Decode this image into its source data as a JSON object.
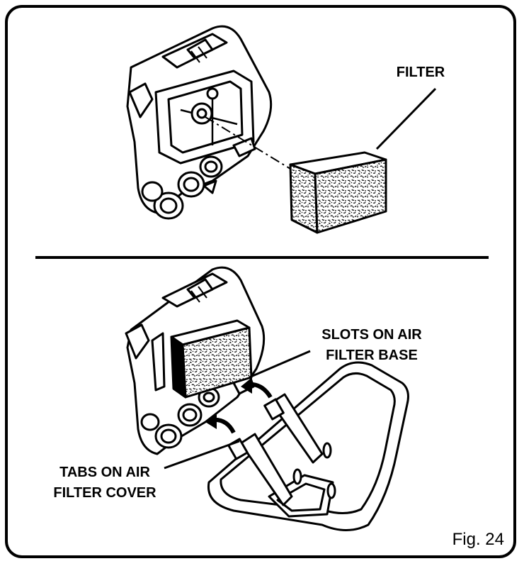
{
  "top_panel": {
    "filter_label": "FILTER"
  },
  "bottom_panel": {
    "slots_label_line1": "SLOTS ON AIR",
    "slots_label_line2": "FILTER BASE",
    "tabs_label_line1": "TABS ON AIR",
    "tabs_label_line2": "FILTER COVER"
  },
  "figure_label": "Fig. 24"
}
